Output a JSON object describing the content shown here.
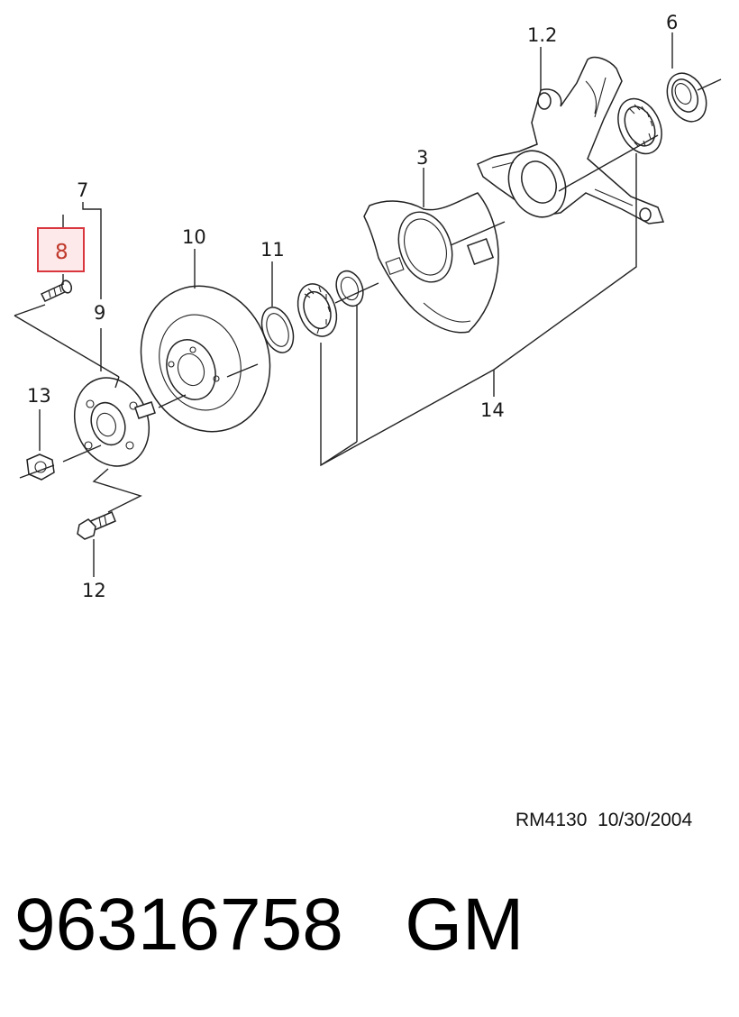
{
  "diagram": {
    "callouts": {
      "c1_2": "1.2",
      "c6": "6",
      "c3": "3",
      "c7": "7",
      "c8": "8",
      "c9": "9",
      "c10": "10",
      "c11": "11",
      "c13": "13",
      "c14": "14",
      "c12": "12"
    },
    "highlight_color": "#d9363e"
  },
  "reference": {
    "code": "RM4130",
    "date": "10/30/2004"
  },
  "footer": {
    "part_number": "96316758",
    "brand": "GM"
  }
}
